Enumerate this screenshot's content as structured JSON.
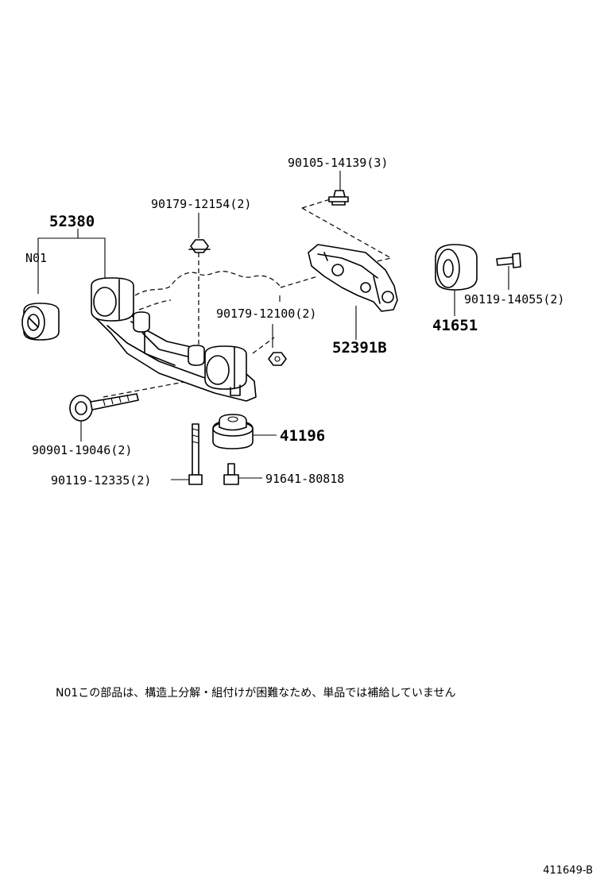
{
  "labels": {
    "p52380": "52380",
    "n01": "N01",
    "p90179_12154": "90179-12154(2)",
    "p90105_14139": "90105-14139(3)",
    "p90179_12100": "90179-12100(2)",
    "p52391b": "52391B",
    "p41651": "41651",
    "p90119_14055": "90119-14055(2)",
    "p41196": "41196",
    "p90901_19046": "90901-19046(2)",
    "p90119_12335": "90119-12335(2)",
    "p91641_80818": "91641-80818"
  },
  "note": "N01この部品は、構造上分解・組付けが困難なため、単品では補給していません",
  "diagram_id": "411649-B"
}
